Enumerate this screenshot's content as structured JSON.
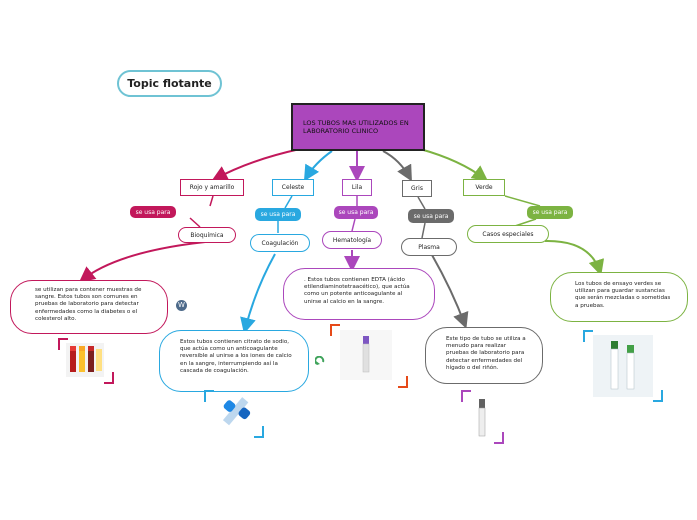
{
  "floating_topic": "Topic flotante",
  "central_topic": "LOS TUBOS MAS UTILIZADOS EN LABORATORIO CLINICO",
  "colors": {
    "red": "#c2185b",
    "blue": "#29a8e0",
    "purple": "#ab47bc",
    "gray": "#6b6b6b",
    "green": "#7cb342",
    "floating_border": "#6fc3d4"
  },
  "branches": [
    {
      "tube": "Rojo y amarillo",
      "connector": "se usa para",
      "use": "Bioquímica",
      "description": "se utilizan para contener muestras de sangre. Estos tubos son comunes en pruebas de laboratorio para detectar enfermedades como la diabetes o el colesterol alto.",
      "icon": "wordpress-icon",
      "image": "red-yellow-tubes-image"
    },
    {
      "tube": "Celeste",
      "connector": "se usa para",
      "use": "Coagulación",
      "description": "Estos tubos contienen citrato de sodio, que actúa como un anticoagulante reversible al unirse a los iones de calcio en la sangre, interrumpiendo así la cascada de coagulación.",
      "icon": "",
      "image": "blue-tube-image"
    },
    {
      "tube": "Lila",
      "connector": "se usa para",
      "use": "Hematología",
      "description": ". Estos tubos contienen EDTA (ácido etilendiaminotetraacético), que actúa como un potente anticoagulante al unirse al calcio en la sangre.",
      "icon": "refresh-icon",
      "image": "lilac-tube-image"
    },
    {
      "tube": "Gris",
      "connector": "se usa para",
      "use": "Plasma",
      "description": "Este tipo de tubo se utiliza a menudo para realizar pruebas de laboratorio para detectar enfermedades del hígado o del riñón.",
      "icon": "",
      "image": "gray-tube-image"
    },
    {
      "tube": "Verde",
      "connector": "se usa para",
      "use": "Casos especiales",
      "description": "Los tubos de ensayo verdes se utilizan para guardar sustancias que serán mezcladas o sometidas a pruebas.",
      "icon": "",
      "image": "green-tubes-image"
    }
  ]
}
